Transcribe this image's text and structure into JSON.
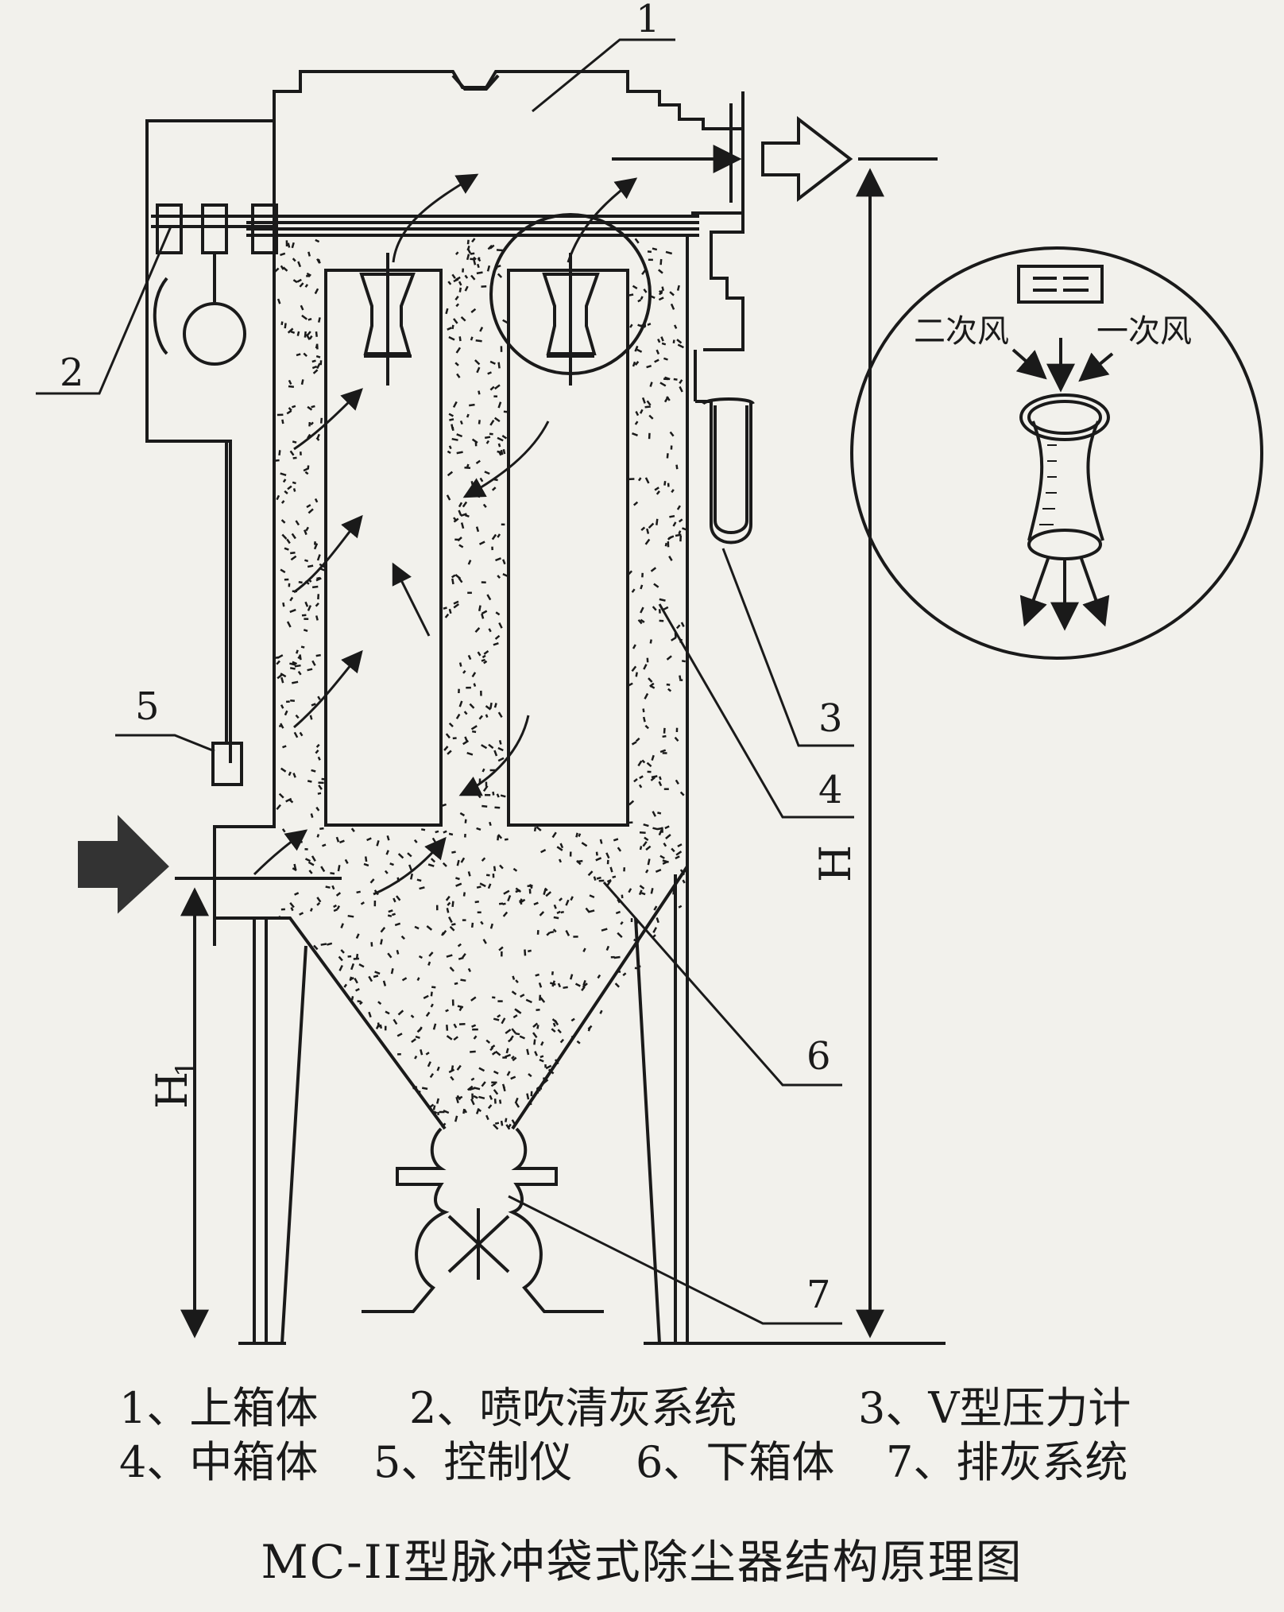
{
  "labels": {
    "n1": "1",
    "n2": "2",
    "n3": "3",
    "n4": "4",
    "n5": "5",
    "n6": "6",
    "n7": "7",
    "H": "H",
    "H1": "H",
    "H1_sub": "1"
  },
  "inset": {
    "secondary_air": "二次风",
    "primary_air": "一次风"
  },
  "legend": [
    "1、上箱体",
    "2、喷吹清灰系统",
    "3、V型压力计",
    "4、中箱体",
    "5、控制仪",
    "6、下箱体",
    "7、排灰系统"
  ],
  "caption": "MC-II型脉冲袋式除尘器结构原理图"
}
